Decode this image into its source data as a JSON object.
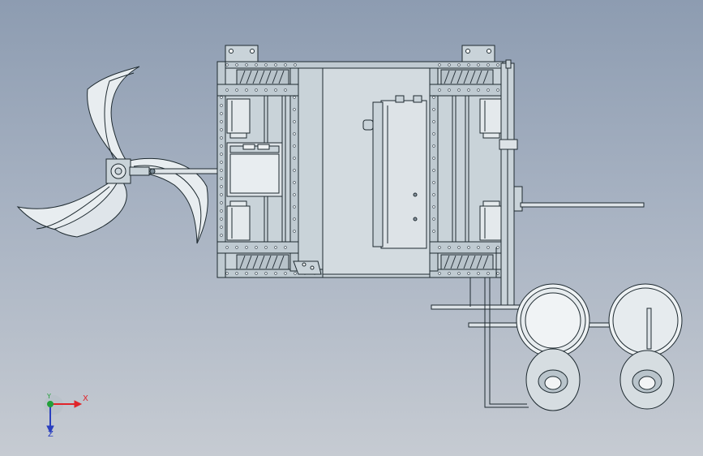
{
  "view": {
    "background_top": "#8d9cb1",
    "background_bottom": "#c6cbd2",
    "line_color": "#1e2a30",
    "metal_fill": "#c9d3d9",
    "light_fill": "#dde3e7"
  },
  "triad": {
    "x_label": "X",
    "y_label": "Y",
    "z_label": "Z",
    "x_color": "#e0242a",
    "y_color": "#22a03a",
    "z_color": "#2a3fbf"
  }
}
